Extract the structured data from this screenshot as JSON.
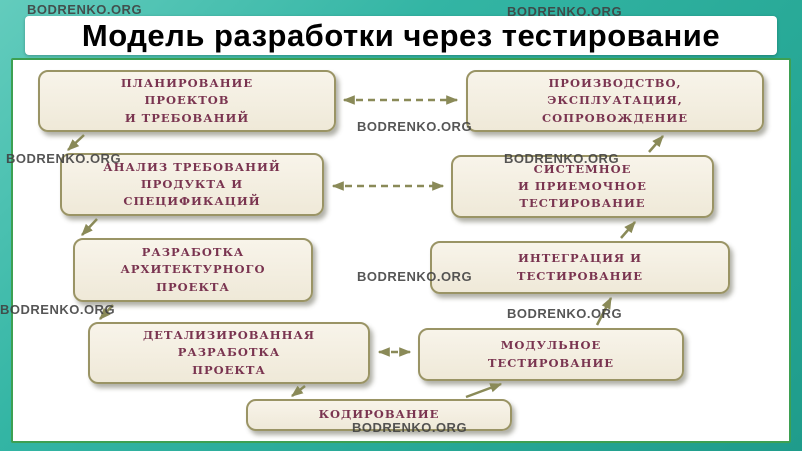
{
  "slide": {
    "title": "Модель разработки через тестирование",
    "watermark": "BODRENKO.ORG"
  },
  "diagram": {
    "boxes": {
      "planning": "ПЛАНИРОВАНИЕ\nПРОЕКТОВ\nИ ТРЕБОВАНИЙ",
      "production": "ПРОИЗВОДСТВО,\nЭКСПЛУАТАЦИЯ,\nСОПРОВОЖДЕНИЕ",
      "analysis": "АНАЛИЗ ТРЕБОВАНИЙ\nПРОДУКТА И\nСПЕЦИФИКАЦИЙ",
      "system_testing": "СИСТЕМНОЕ\nИ ПРИЕМОЧНОЕ\nТЕСТИРОВАНИЕ",
      "architecture": "РАЗРАБОТКА\nАРХИТЕКТУРНОГО\nПРОЕКТА",
      "integration_testing": "ИНТЕГРАЦИЯ И\nТЕСТИРОВАНИЕ",
      "detailed_design": "ДЕТАЛИЗИРОВАННАЯ\nРАЗРАБОТКА\nПРОЕКТА",
      "module_testing": "МОДУЛЬНОЕ\nТЕСТИРОВАНИЕ",
      "coding": "КОДИРОВАНИЕ"
    },
    "colors": {
      "background_teal": "#2fb6a6",
      "panel_border_green": "#3da052",
      "box_fill": "#f4efe2",
      "box_border": "#9a9465",
      "box_text": "#7a3450",
      "arrow": "#8a8a58",
      "title_text": "#000000",
      "watermark_text": "#3f3f3f"
    }
  }
}
